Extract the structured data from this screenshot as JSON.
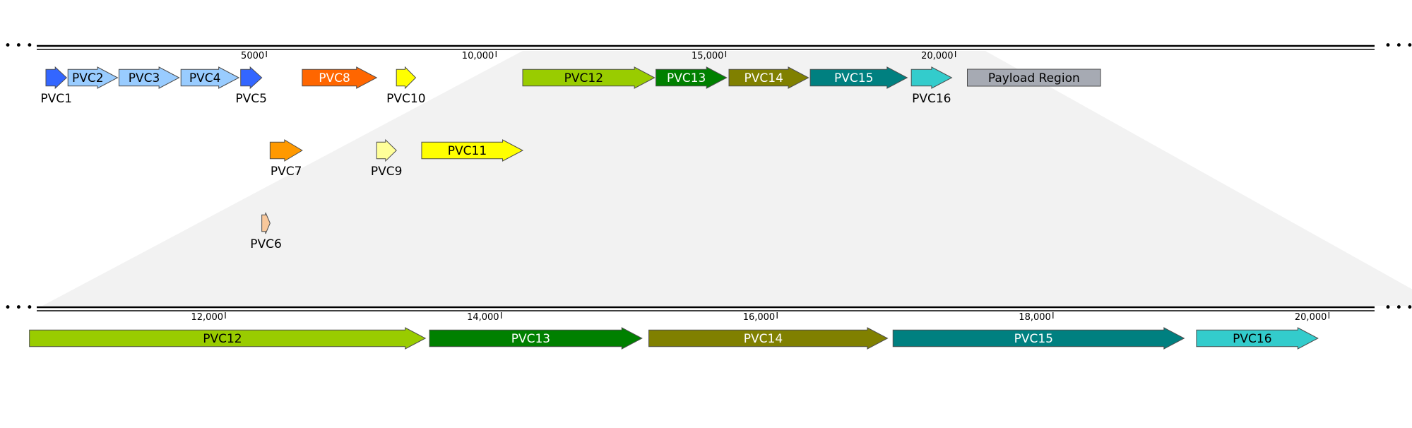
{
  "top_track": {
    "ticks": [
      {
        "bp": 5000,
        "label": "5000"
      },
      {
        "bp": 10000,
        "label": "10,000"
      },
      {
        "bp": 15000,
        "label": "15,000"
      },
      {
        "bp": 20000,
        "label": "20,000"
      }
    ],
    "genes": [
      {
        "name": "PVC1",
        "start": 200,
        "end": 650,
        "row": 0,
        "color": "#3366ff",
        "label_pos": "below",
        "text_color": "#000000"
      },
      {
        "name": "PVC2",
        "start": 680,
        "end": 1760,
        "row": 0,
        "color": "#99ccff",
        "label_pos": "inside",
        "text_color": "#000000"
      },
      {
        "name": "PVC3",
        "start": 1790,
        "end": 3100,
        "row": 0,
        "color": "#99ccff",
        "label_pos": "inside",
        "text_color": "#000000"
      },
      {
        "name": "PVC4",
        "start": 3140,
        "end": 4400,
        "row": 0,
        "color": "#99ccff",
        "label_pos": "inside",
        "text_color": "#000000"
      },
      {
        "name": "PVC5",
        "start": 4440,
        "end": 4900,
        "row": 0,
        "color": "#3366ff",
        "label_pos": "below",
        "text_color": "#000000"
      },
      {
        "name": "PVC6",
        "start": 4900,
        "end": 5080,
        "row": 2,
        "color": "#f9c89b",
        "label_pos": "below",
        "text_color": "#000000"
      },
      {
        "name": "PVC7",
        "start": 5080,
        "end": 5780,
        "row": 1,
        "color": "#ff9900",
        "label_pos": "below",
        "text_color": "#000000"
      },
      {
        "name": "PVC8",
        "start": 5780,
        "end": 7400,
        "row": 0,
        "color": "#ff6600",
        "label_pos": "inside",
        "text_color": "#ffffff"
      },
      {
        "name": "PVC9",
        "start": 7400,
        "end": 7830,
        "row": 1,
        "color": "#ffff99",
        "label_pos": "below",
        "text_color": "#000000"
      },
      {
        "name": "PVC10",
        "start": 7830,
        "end": 8250,
        "row": 0,
        "color": "#ffff00",
        "label_pos": "below",
        "text_color": "#000000"
      },
      {
        "name": "PVC11",
        "start": 8380,
        "end": 10580,
        "row": 1,
        "color": "#ffff00",
        "label_pos": "inside",
        "text_color": "#000000"
      },
      {
        "name": "PVC12",
        "start": 10580,
        "end": 13450,
        "row": 0,
        "color": "#99cc00",
        "label_pos": "inside",
        "text_color": "#000000"
      },
      {
        "name": "PVC13",
        "start": 13480,
        "end": 15020,
        "row": 0,
        "color": "#008000",
        "label_pos": "inside",
        "text_color": "#ffffff"
      },
      {
        "name": "PVC14",
        "start": 15070,
        "end": 16800,
        "row": 0,
        "color": "#808000",
        "label_pos": "inside",
        "text_color": "#ffffff"
      },
      {
        "name": "PVC15",
        "start": 16840,
        "end": 18950,
        "row": 0,
        "color": "#008080",
        "label_pos": "inside",
        "text_color": "#ffffff"
      },
      {
        "name": "PVC16",
        "start": 19040,
        "end": 19920,
        "row": 0,
        "color": "#33cccc",
        "label_pos": "below",
        "text_color": "#000000"
      }
    ],
    "payload": {
      "name": "Payload Region",
      "start": 20260,
      "end": 23160,
      "color": "#a6aab3",
      "text_color": "#000000"
    }
  },
  "zoom_region": {
    "start": 10580,
    "end": 20650
  },
  "bottom_track": {
    "ticks": [
      {
        "bp": 12000,
        "label": "12,000"
      },
      {
        "bp": 14000,
        "label": "14,000"
      },
      {
        "bp": 16000,
        "label": "16,000"
      },
      {
        "bp": 18000,
        "label": "18,000"
      },
      {
        "bp": 20000,
        "label": "20,000"
      }
    ],
    "genes": [
      {
        "name": "PVC12",
        "start": 10580,
        "end": 13450,
        "color": "#99cc00",
        "text_color": "#000000"
      },
      {
        "name": "PVC13",
        "start": 13480,
        "end": 15020,
        "color": "#008000",
        "text_color": "#ffffff"
      },
      {
        "name": "PVC14",
        "start": 15070,
        "end": 16800,
        "color": "#808000",
        "text_color": "#ffffff"
      },
      {
        "name": "PVC15",
        "start": 16840,
        "end": 18950,
        "color": "#008080",
        "text_color": "#ffffff"
      },
      {
        "name": "PVC16",
        "start": 19040,
        "end": 19920,
        "color": "#33cccc",
        "text_color": "#000000"
      }
    ]
  },
  "continuation_marker": "• • •"
}
